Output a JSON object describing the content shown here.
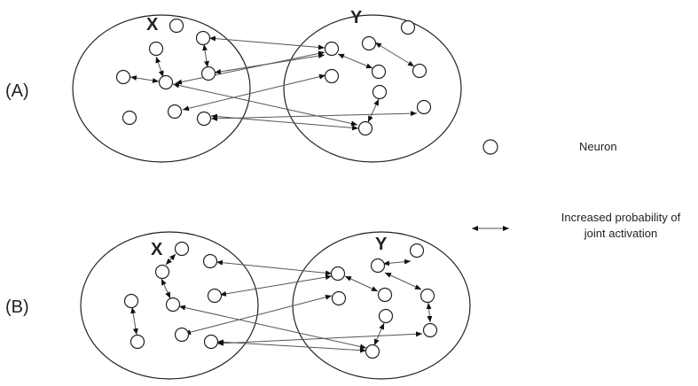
{
  "panels": {
    "a": {
      "label": "(A)",
      "set_x": "X",
      "set_y": "Y"
    },
    "b": {
      "label": "(B)",
      "set_x": "X",
      "set_y": "Y"
    }
  },
  "legend": {
    "neuron_label": "Neuron",
    "arrow_label_line1": "Increased probability of",
    "arrow_label_line2": "joint activation"
  }
}
